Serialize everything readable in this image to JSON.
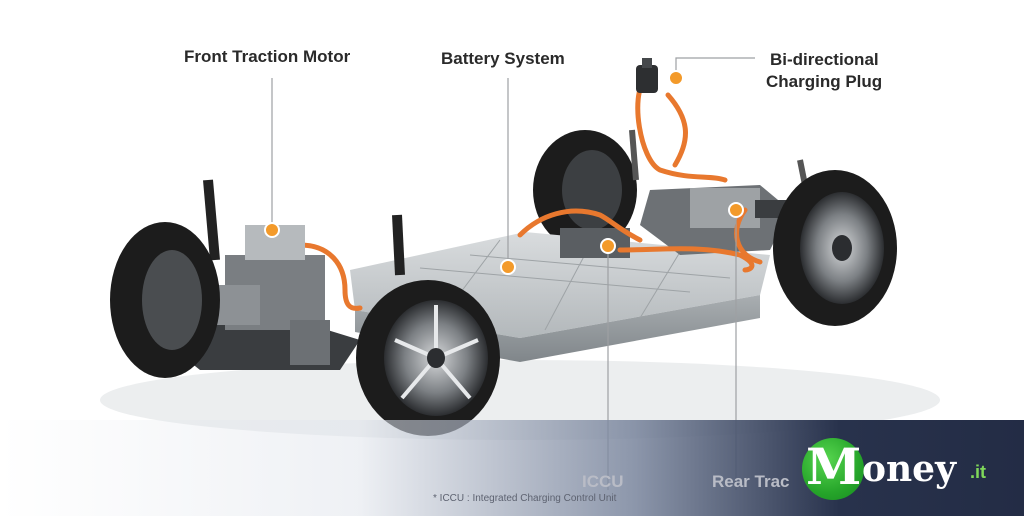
{
  "labels": {
    "front_motor": "Front Traction Motor",
    "battery": "Battery System",
    "bidirectional_line1": "Bi-directional",
    "bidirectional_line2": "Charging Plug",
    "iccu": "ICCU",
    "rear": "Rear Trac"
  },
  "footnote": "* ICCU : Integrated Charging Control Unit",
  "watermark": {
    "initial": "M",
    "rest": "oney",
    "tld": ".it"
  },
  "colors": {
    "marker": "#f39a2a",
    "cable": "#e8782e",
    "tire": "#1c1c1c",
    "battery": "#b8bcbf",
    "band": "#232c45",
    "logo_green": "#26a52a"
  }
}
